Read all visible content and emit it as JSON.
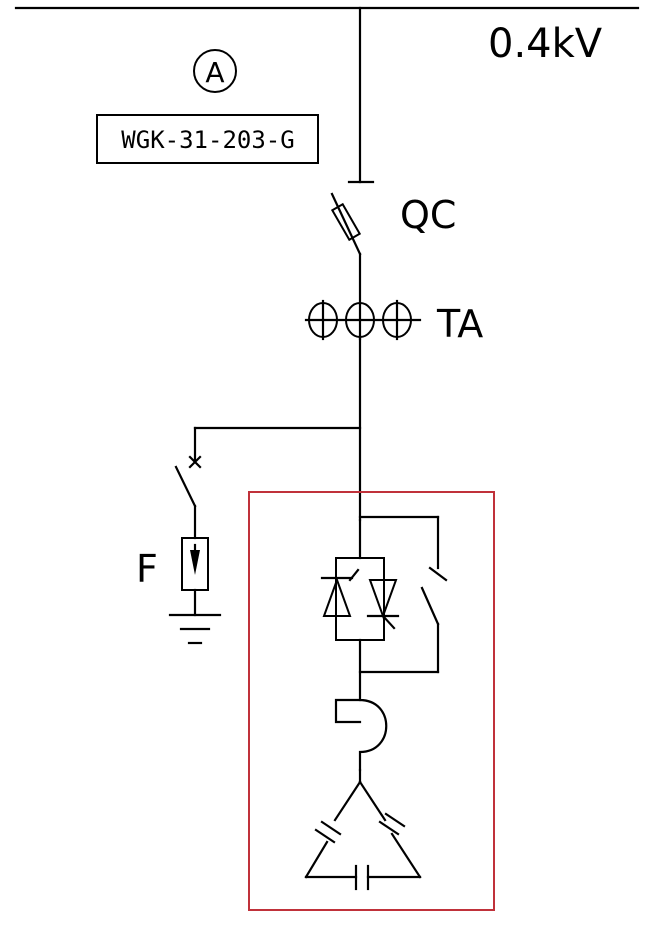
{
  "bus": {
    "voltage_label": "0.4kV"
  },
  "marker": {
    "letter": "A"
  },
  "panel": {
    "model_label": "WGK-31-203-G"
  },
  "labels": {
    "breaker": "QC",
    "current_transformer": "TA",
    "arrester": "F"
  },
  "colors": {
    "line": "#000000",
    "compensation_box": "#c0313a",
    "background": "#ffffff"
  }
}
